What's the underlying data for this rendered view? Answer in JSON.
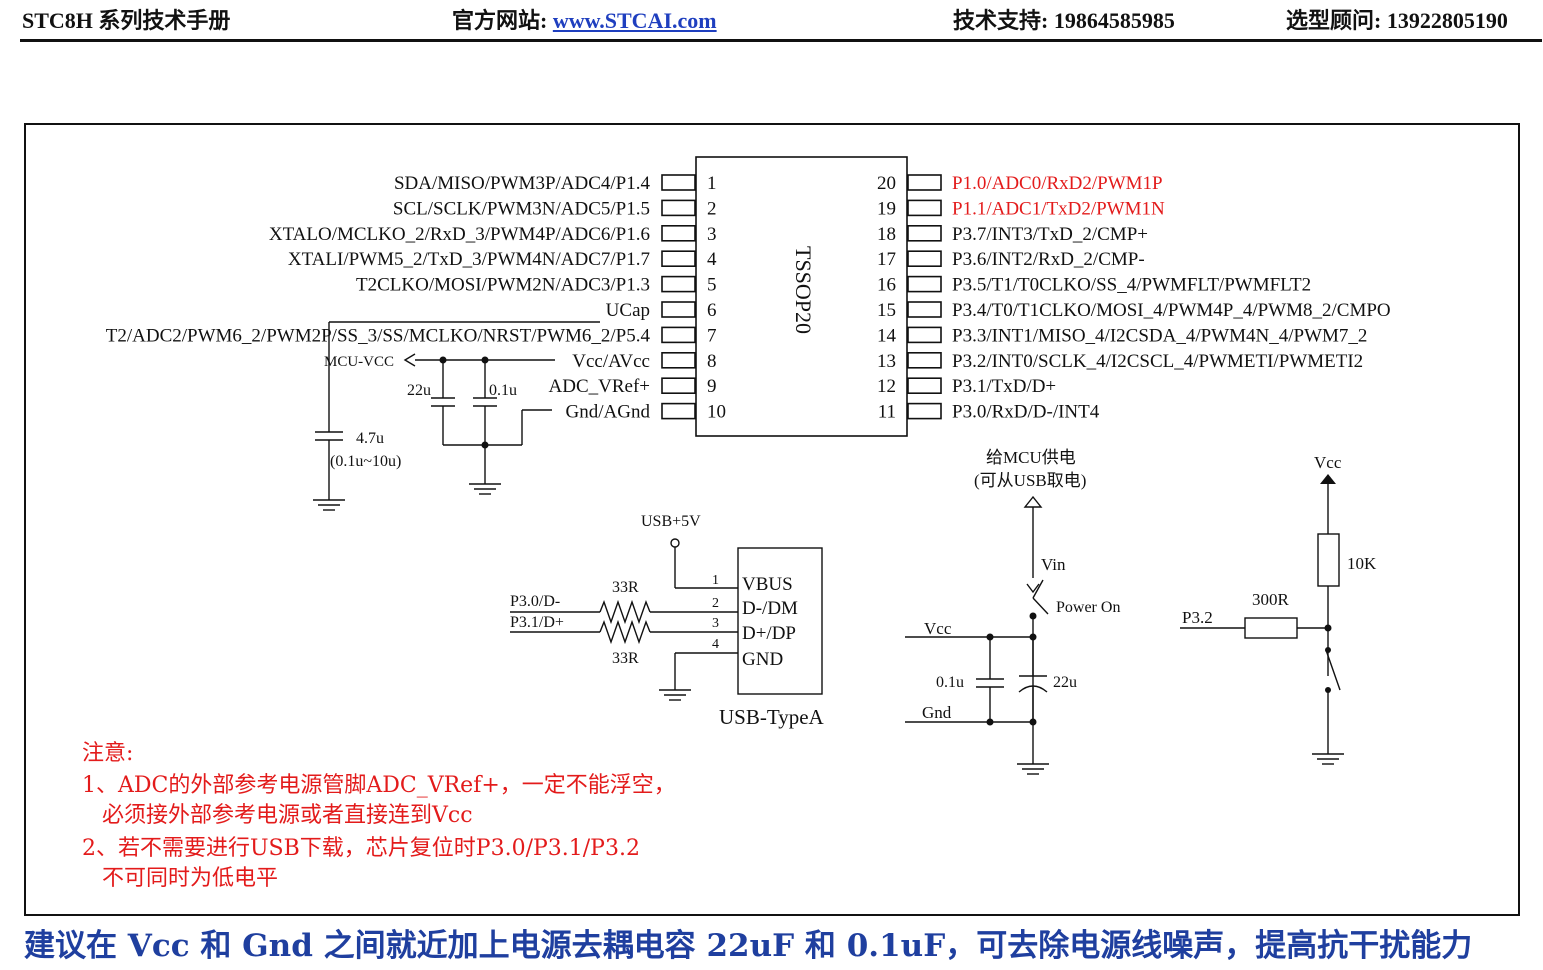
{
  "header": {
    "title": "STC8H 系列技术手册",
    "website_label": "官方网站:",
    "website_link": "www.STCAI.com",
    "support": "技术支持: 19864585985",
    "consultant": "选型顾问: 13922805190"
  },
  "chip": {
    "package": "TSSOP20",
    "left_pins": [
      {
        "num": "1",
        "label": "SDA/MISO/PWM3P/ADC4/P1.4"
      },
      {
        "num": "2",
        "label": "SCL/SCLK/PWM3N/ADC5/P1.5"
      },
      {
        "num": "3",
        "label": "XTALO/MCLKO_2/RxD_3/PWM4P/ADC6/P1.6"
      },
      {
        "num": "4",
        "label": "XTALI/PWM5_2/TxD_3/PWM4N/ADC7/P1.7"
      },
      {
        "num": "5",
        "label": "T2CLKO/MOSI/PWM2N/ADC3/P1.3"
      },
      {
        "num": "6",
        "label": "UCap"
      },
      {
        "num": "7",
        "label": "T2/ADC2/PWM6_2/PWM2P/SS_3/SS/MCLKO/NRST/PWM6_2/P5.4"
      },
      {
        "num": "8",
        "label": "Vcc/AVcc"
      },
      {
        "num": "9",
        "label": "ADC_VRef+"
      },
      {
        "num": "10",
        "label": "Gnd/AGnd"
      }
    ],
    "right_pins": [
      {
        "num": "20",
        "label": "P1.0/ADC0/RxD2/PWM1P",
        "highlight": true
      },
      {
        "num": "19",
        "label": "P1.1/ADC1/TxD2/PWM1N",
        "highlight": true
      },
      {
        "num": "18",
        "label": "P3.7/INT3/TxD_2/CMP+",
        "highlight": false
      },
      {
        "num": "17",
        "label": "P3.6/INT2/RxD_2/CMP-",
        "highlight": false
      },
      {
        "num": "16",
        "label": "P3.5/T1/T0CLKO/SS_4/PWMFLT/PWMFLT2",
        "highlight": false
      },
      {
        "num": "15",
        "label": "P3.4/T0/T1CLKO/MOSI_4/PWM4P_4/PWM8_2/CMPO",
        "highlight": false
      },
      {
        "num": "14",
        "label": "P3.3/INT1/MISO_4/I2CSDA_4/PWM4N_4/PWM7_2",
        "highlight": false
      },
      {
        "num": "13",
        "label": "P3.2/INT0/SCLK_4/I2CSCL_4/PWMETI/PWMETI2",
        "highlight": false
      },
      {
        "num": "12",
        "label": "P3.1/TxD/D+",
        "highlight": false
      },
      {
        "num": "11",
        "label": "P3.0/RxD/D-/INT4",
        "highlight": false
      }
    ]
  },
  "power_left": {
    "mcu_vcc": "MCU-VCC",
    "cap_22u": "22u",
    "cap_01u": "0.1u",
    "cap_47u": "4.7u",
    "cap_47u_range": "(0.1u~10u)"
  },
  "usb": {
    "usb5v": "USB+5V",
    "r_top": "33R",
    "r_bottom": "33R",
    "dminus": "P3.0/D-",
    "dplus": "P3.1/D+",
    "pin_nums": [
      "1",
      "2",
      "3",
      "4"
    ],
    "pin_labels": [
      "VBUS",
      "D-/DM",
      "D+/DP",
      "GND"
    ],
    "connector_name": "USB-TypeA"
  },
  "power_switch": {
    "title1": "给MCU供电",
    "title2": "(可从USB取电)",
    "vin": "Vin",
    "power_on": "Power On",
    "vcc": "Vcc",
    "gnd": "Gnd",
    "c1": "0.1u",
    "c2": "22u"
  },
  "reset": {
    "vcc": "Vcc",
    "r_pullup": "10K",
    "r_series": "300R",
    "port": "P3.2"
  },
  "notes": {
    "title": "注意:",
    "line1": "1、ADC的外部参考电源管脚ADC_VRef+，一定不能浮空，",
    "line2": "必须接外部参考电源或者直接连到Vcc",
    "line3": "2、若不需要进行USB下载，芯片复位时P3.0/P3.1/P3.2",
    "line4": "不可同时为低电平"
  },
  "footer": "建议在 Vcc 和 Gnd 之间就近加上电源去耦电容 22uF 和 0.1uF，可去除电源线噪声，提高抗干扰能力",
  "colors": {
    "highlight": "#e31b1b",
    "link": "#1f3fbf",
    "footer": "#1f3f9f"
  }
}
